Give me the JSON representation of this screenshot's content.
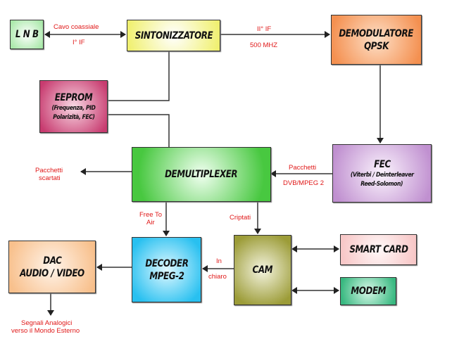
{
  "blocks": {
    "lnb": {
      "title": "L N B",
      "color": "#a8e8a8"
    },
    "tuner": {
      "title": "SINTONIZZATORE",
      "color": "#f0f070"
    },
    "demodulator": {
      "title": "DEMODULATORE",
      "subtitle": "QPSK",
      "color": "#f49050"
    },
    "eeprom": {
      "title": "EEPROM",
      "line1": "(Frequenza, PID",
      "line2": "Polarizità, FEC)",
      "color": "#c83c70"
    },
    "demux": {
      "title": "DEMULTIPLEXER",
      "color": "#48c840"
    },
    "fec": {
      "title": "FEC",
      "line1": "(Viterbi / Deinterleaver",
      "line2": "Reed-Solomon)",
      "color": "#c090d0"
    },
    "dac": {
      "title": "DAC",
      "subtitle": "AUDIO / VIDEO",
      "color": "#f8c08c"
    },
    "decoder": {
      "title": "DECODER",
      "subtitle": "MPEG-2",
      "color": "#28c0f0"
    },
    "cam": {
      "title": "CAM",
      "color": "#9c9c38"
    },
    "smartcard": {
      "title": "SMART CARD",
      "color": "#f8c8c8"
    },
    "modem": {
      "title": "MODEM",
      "color": "#38b880"
    }
  },
  "labels": {
    "coax": "Cavo coassiale",
    "if1": "I° IF",
    "if2": "II° IF",
    "freq": "500  MHZ",
    "packets": "Pacchetti",
    "dvb": "DVB/MPEG 2",
    "discarded1": "Pacchetti",
    "discarded2": "scartati",
    "fta1": "Free To",
    "fta2": "Air",
    "encrypted": "Criptati",
    "clear1": "In",
    "clear2": "chiaro",
    "analog1": "Segnali Analogici",
    "analog2": "verso il Mondo Esterno"
  }
}
